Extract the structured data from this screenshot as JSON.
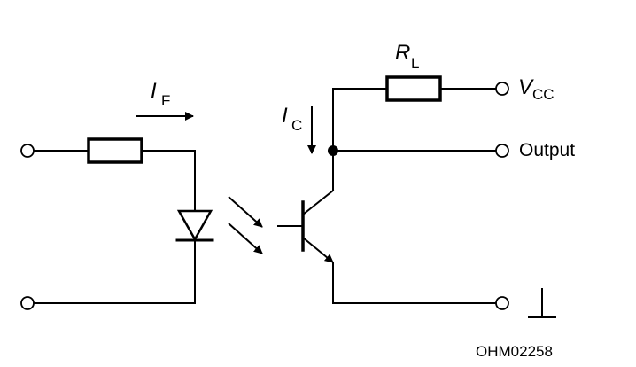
{
  "labels": {
    "forward_current": "I",
    "forward_current_sub": "F",
    "collector_current": "I",
    "collector_current_sub": "C",
    "load_resistor": "R",
    "load_resistor_sub": "L",
    "supply": "V",
    "supply_sub": "CC",
    "output": "Output",
    "drawing_code": "OHM02258"
  },
  "colors": {
    "line": "#000000",
    "background": "#ffffff"
  }
}
